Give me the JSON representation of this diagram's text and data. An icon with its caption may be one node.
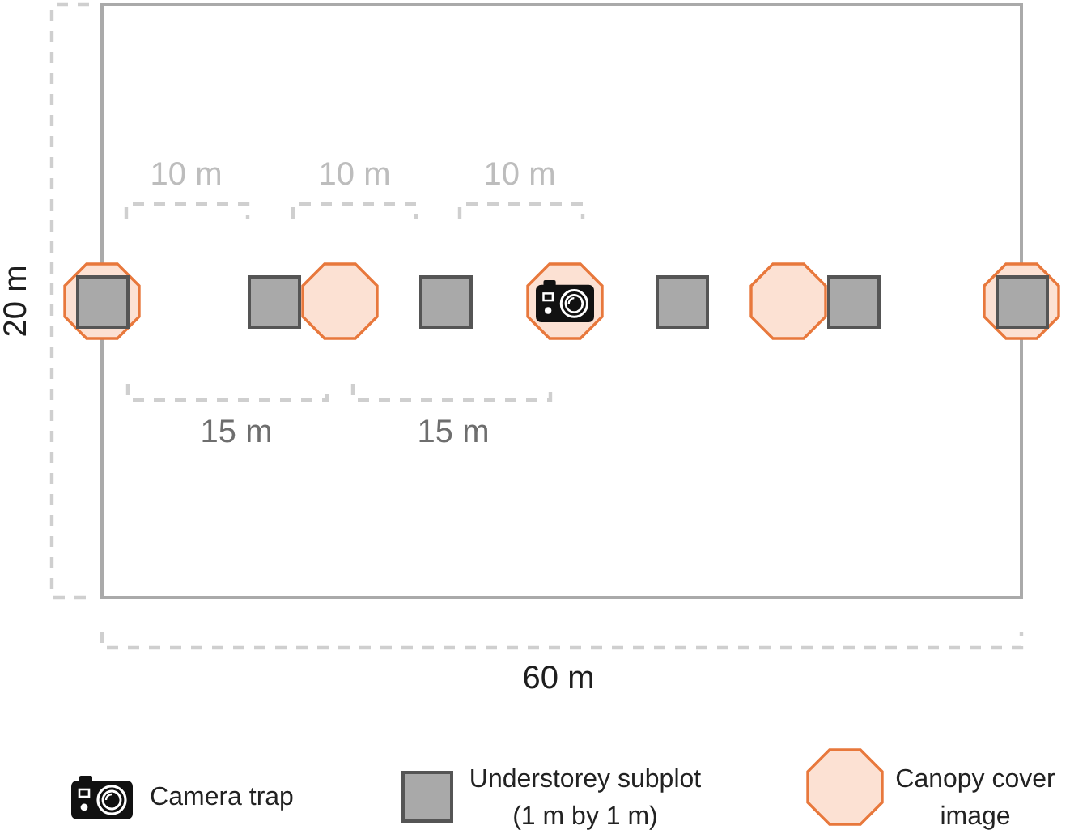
{
  "diagram": {
    "nodes": [
      {
        "text": [],
        "shape": "box"
      },
      {
        "text": [],
        "shape": "octagon"
      },
      {
        "text": [],
        "shape": "box",
        "in": 1
      },
      {
        "text": [],
        "shape": "box",
        "in": 0
      },
      {
        "text": [],
        "shape": "octagon",
        "in": 0
      },
      {
        "text": [],
        "shape": "box",
        "in": 0
      },
      {
        "text": [],
        "shape": "octagon",
        "in": 0
      },
      {
        "text": [],
        "shape": "camera",
        "in": 6
      },
      {
        "text": [],
        "shape": "box",
        "in": 0
      },
      {
        "text": [],
        "shape": "octagon",
        "in": 0
      },
      {
        "text": [],
        "shape": "box",
        "in": 0
      },
      {
        "text": [],
        "shape": "octagon"
      },
      {
        "text": [],
        "shape": "box",
        "in": 11
      }
    ],
    "labels": [
      "10 m",
      "10 m",
      "10 m",
      "20 m",
      "15 m",
      "15 m",
      "60 m"
    ],
    "legend": [
      {
        "text": "Camera trap"
      },
      {
        "text": "Understorey subplot (1 m by 1 m)"
      },
      {
        "text": "Canopy cover image"
      }
    ]
  }
}
